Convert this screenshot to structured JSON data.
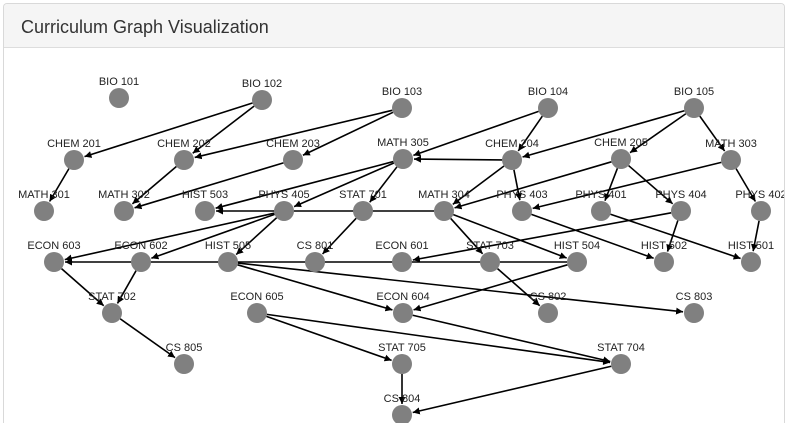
{
  "panel": {
    "title": "Curriculum Graph Visualization"
  },
  "colors": {
    "node": "#808080",
    "edge": "#000000",
    "heading_bg": "#f5f5f5",
    "border": "#dddddd"
  },
  "nodes": [
    {
      "id": "BIO 101"
    },
    {
      "id": "BIO 102"
    },
    {
      "id": "BIO 103"
    },
    {
      "id": "BIO 104"
    },
    {
      "id": "BIO 105"
    },
    {
      "id": "CHEM 201"
    },
    {
      "id": "CHEM 202"
    },
    {
      "id": "CHEM 203"
    },
    {
      "id": "MATH 305"
    },
    {
      "id": "CHEM 204"
    },
    {
      "id": "CHEM 205"
    },
    {
      "id": "MATH 303"
    },
    {
      "id": "MATH 301"
    },
    {
      "id": "MATH 302"
    },
    {
      "id": "HIST 503"
    },
    {
      "id": "PHYS 405"
    },
    {
      "id": "STAT 701"
    },
    {
      "id": "MATH 304"
    },
    {
      "id": "PHYS 403"
    },
    {
      "id": "PHYS 401"
    },
    {
      "id": "PHYS 404"
    },
    {
      "id": "PHYS 402"
    },
    {
      "id": "ECON 603"
    },
    {
      "id": "ECON 602"
    },
    {
      "id": "HIST 505"
    },
    {
      "id": "CS 801"
    },
    {
      "id": "ECON 601"
    },
    {
      "id": "STAT 703"
    },
    {
      "id": "HIST 504"
    },
    {
      "id": "HIST 502"
    },
    {
      "id": "HIST 501"
    },
    {
      "id": "STAT 702"
    },
    {
      "id": "ECON 605"
    },
    {
      "id": "ECON 604"
    },
    {
      "id": "CS 802"
    },
    {
      "id": "CS 803"
    },
    {
      "id": "CS 805"
    },
    {
      "id": "STAT 705"
    },
    {
      "id": "STAT 704"
    },
    {
      "id": "CS 804"
    }
  ],
  "edges": [
    [
      "BIO 102",
      "CHEM 201"
    ],
    [
      "BIO 102",
      "CHEM 202"
    ],
    [
      "BIO 103",
      "CHEM 202"
    ],
    [
      "BIO 103",
      "CHEM 203"
    ],
    [
      "BIO 104",
      "MATH 305"
    ],
    [
      "BIO 104",
      "CHEM 204"
    ],
    [
      "BIO 105",
      "CHEM 204"
    ],
    [
      "BIO 105",
      "CHEM 205"
    ],
    [
      "BIO 105",
      "MATH 303"
    ],
    [
      "CHEM 201",
      "MATH 301"
    ],
    [
      "CHEM 202",
      "MATH 302"
    ],
    [
      "CHEM 203",
      "MATH 302"
    ],
    [
      "CHEM 204",
      "MATH 305"
    ],
    [
      "CHEM 204",
      "MATH 304"
    ],
    [
      "CHEM 204",
      "PHYS 403"
    ],
    [
      "CHEM 205",
      "MATH 304"
    ],
    [
      "CHEM 205",
      "PHYS 401"
    ],
    [
      "CHEM 205",
      "PHYS 404"
    ],
    [
      "MATH 303",
      "PHYS 402"
    ],
    [
      "MATH 303",
      "PHYS 403"
    ],
    [
      "MATH 305",
      "HIST 503"
    ],
    [
      "MATH 305",
      "PHYS 405"
    ],
    [
      "MATH 305",
      "STAT 701"
    ],
    [
      "MATH 304",
      "HIST 503"
    ],
    [
      "MATH 304",
      "STAT 703"
    ],
    [
      "MATH 304",
      "HIST 504"
    ],
    [
      "PHYS 405",
      "ECON 603"
    ],
    [
      "PHYS 405",
      "ECON 602"
    ],
    [
      "PHYS 405",
      "HIST 505"
    ],
    [
      "STAT 701",
      "CS 801"
    ],
    [
      "PHYS 403",
      "HIST 502"
    ],
    [
      "PHYS 401",
      "HIST 501"
    ],
    [
      "PHYS 404",
      "HIST 502"
    ],
    [
      "PHYS 402",
      "HIST 501"
    ],
    [
      "PHYS 404",
      "ECON 601"
    ],
    [
      "HIST 504",
      "ECON 603"
    ],
    [
      "HIST 504",
      "ECON 604"
    ],
    [
      "ECON 603",
      "STAT 702"
    ],
    [
      "ECON 602",
      "STAT 702"
    ],
    [
      "STAT 702",
      "CS 805"
    ],
    [
      "HIST 505",
      "ECON 604"
    ],
    [
      "HIST 505",
      "CS 803"
    ],
    [
      "STAT 703",
      "CS 802"
    ],
    [
      "ECON 604",
      "STAT 704"
    ],
    [
      "ECON 605",
      "STAT 705"
    ],
    [
      "ECON 605",
      "STAT 704"
    ],
    [
      "STAT 705",
      "CS 804"
    ],
    [
      "STAT 704",
      "CS 804"
    ]
  ]
}
